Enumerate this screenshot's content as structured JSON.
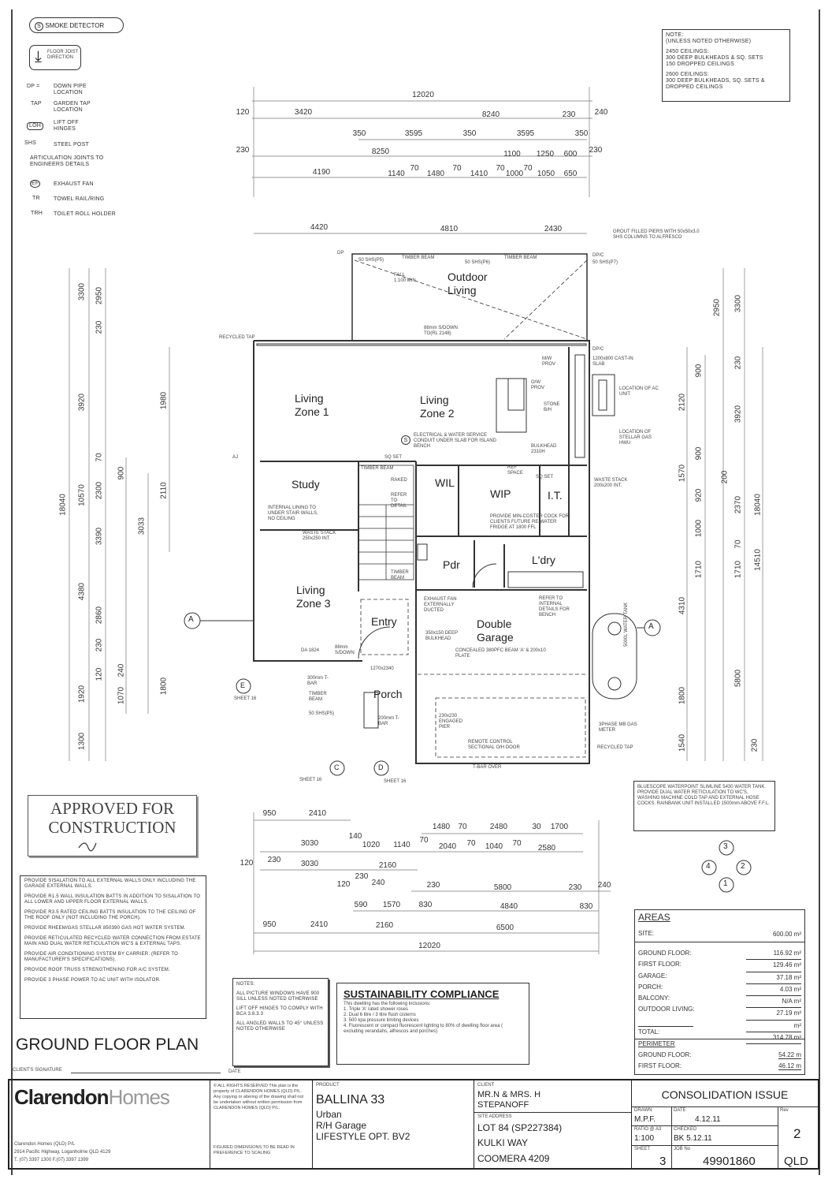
{
  "legend": {
    "smoke": "SMOKE DETECTOR",
    "smoke_symbol": "S",
    "floor_joist": "FLOOR JOIST DIRECTION",
    "items": [
      {
        "sym": "DP =",
        "text": "DOWN PIPE LOCATION"
      },
      {
        "sym": "TAP",
        "text": "GARDEN TAP LOCATION"
      },
      {
        "sym": "LOH",
        "text": "LIFT OFF HINGES"
      },
      {
        "sym": "SHS",
        "text": "STEEL POST"
      },
      {
        "sym": "",
        "text": "ARTICULATION JOINTS TO ENGINEERS DETAILS"
      },
      {
        "sym": "EF",
        "text": "EXHAUST FAN"
      },
      {
        "sym": "TR",
        "text": "TOWEL RAIL/RING"
      },
      {
        "sym": "TRH",
        "text": "TOILET ROLL HOLDER"
      }
    ]
  },
  "ceiling_note": {
    "title": "NOTE:",
    "sub": "(UNLESS NOTED OTHERWISE)",
    "p1a": "2450 CEILINGS:",
    "p1b": "300 DEEP BULKHEADS & SQ. SETS",
    "p1c": "150 DROPPED CEILINGS",
    "p2a": "2600 CEILINGS:",
    "p2b": "300 DEEP BULKHEADS, SQ. SETS &",
    "p2c": "DROPPED CEILINGS"
  },
  "dims_top": [
    "12020",
    "120",
    "3420",
    "8240",
    "230",
    "240",
    "350",
    "3595",
    "350",
    "3595",
    "350",
    "230",
    "8250",
    "1100",
    "1250",
    "600",
    "230",
    "4190",
    "1140",
    "70",
    "1480",
    "70",
    "1410",
    "70",
    "1000",
    "70",
    "1050",
    "650",
    "4420",
    "4810",
    "2430"
  ],
  "dims_bottom": [
    "950",
    "2410",
    "1480",
    "70",
    "2480",
    "30",
    "1700",
    "140",
    "3030",
    "1020",
    "1140",
    "70",
    "2040",
    "70",
    "1040",
    "70",
    "2580",
    "120",
    "230",
    "3030",
    "2160",
    "230",
    "120",
    "240",
    "230",
    "5800",
    "230",
    "240",
    "590",
    "1570",
    "830",
    "4840",
    "830",
    "950",
    "2410",
    "2160",
    "6500",
    "12020"
  ],
  "dims_left": [
    "18040",
    "3300",
    "3920",
    "10570",
    "4380",
    "1920",
    "1300",
    "2950",
    "230",
    "70",
    "2300",
    "3390",
    "2860",
    "230",
    "120",
    "900",
    "240",
    "1070",
    "1980",
    "2110",
    "3033",
    "1800"
  ],
  "dims_right": [
    "2120",
    "1570",
    "1000",
    "1710",
    "4310",
    "1800",
    "1540",
    "2950",
    "900",
    "900",
    "920",
    "1710",
    "5800",
    "3300",
    "230",
    "3920",
    "200",
    "2370",
    "70",
    "230",
    "18040",
    "14510"
  ],
  "rooms": {
    "outdoor": "Outdoor Living",
    "lz1": "Living Zone 1",
    "lz2": "Living Zone 2",
    "study": "Study",
    "wil": "WIL",
    "wip": "WIP",
    "it": "I.T.",
    "pdr": "Pdr",
    "ldry": "L'dry",
    "lz3": "Living Zone 3",
    "entry": "Entry",
    "garage": "Double Garage",
    "porch": "Porch"
  },
  "annotations": {
    "grout": "GROUT FILLED PIERS WITH 50x50x3.0 SHS COLUMNS TO ALFRESCO",
    "timber_beam": "TIMBER BEAM",
    "shs_p5": "50 SHS(P5)",
    "shs_p6": "50 SHS(P6)",
    "shs_p7": "50 SHS(P7)",
    "dp": "DP",
    "dpc": "DP/C",
    "fall": "FALL 1:100 MIN",
    "step": "88mm S/DOWN TO(RL 2148)",
    "recycled_tap": "RECYCLED TAP",
    "aj": "AJ",
    "slab": "1200x800 CAST-IN SLAB",
    "ac": "LOCATION OF AC UNIT",
    "gas": "LOCATION OF STELLAR GAS HWU",
    "electrical": "ELECTRICAL & WATER SERVICE CONDUIT UNDER SLAB FOR ISLAND BENCH",
    "bulkhead": "BULKHEAD 2310H",
    "sq_set": "SQ SET",
    "raked": "RAKED",
    "refer": "REFER TO DETAIL",
    "internal_lining": "INTERNAL LINING TO UNDER STAIR WALLS, NO CEILING",
    "waste_stack": "WASTE STACK 250x250 INT.",
    "waste_stack2": "WASTE STACK 200x200 INT.",
    "ref_space": "REF SPACE",
    "provide_cock": "PROVIDE MIN-COSTER COCK FOR CLIENTS FUTURE RE-WATER FRIDGE AT 1800 FFL",
    "exhaust": "EXHAUST FAN EXTERNALLY DUCTED",
    "refer_bench": "REFER TO INTERNAL DETAILS FOR BENCH",
    "bulkhead2": "350x150 DEEP BULKHEAD",
    "concealed": "CONCEALED 380PFC BEAM 'A' & 200x10 PLATE",
    "engaged": "230x230 ENGAGED PIER",
    "remote": "REMOTE CONTROL SECTIONAL O/H DOOR",
    "tbar_over": "T-BAR OVER",
    "tbar200": "200mm T-BAR",
    "tbar300": "300mm T-BAR",
    "gas_meter": "3PHASE MB GAS METER",
    "recycled_tap2": "RECYCLED TAP",
    "water_tank": "5000L WATER TANK",
    "sheet16": "SHEET 16",
    "sect_a": "A",
    "sect_c": "C",
    "sect_d": "D",
    "sect_e": "E",
    "stone": "STONE B/H",
    "mw": "M/W PROV",
    "ow": "O/W PROV",
    "door_size": "1270x2340",
    "da": "DA 1824",
    "step2": "88mm S/DOWN"
  },
  "stamp": {
    "line1": "APPROVED FOR",
    "line2": "CONSTRUCTION"
  },
  "insulation_notes": [
    "PROVIDE SISALATION TO ALL EXTERNAL WALLS ONLY INCLUDING THE GARAGE EXTERNAL WALLS.",
    "PROVIDE R1.5 WALL INSULATION BATTS IN ADDITION TO SISALATION TO ALL LOWER AND UPPER FLOOR EXTERNAL WALLS.",
    "PROVIDE R3.5 RATED CEILING BATTS INSULATION TO THE CEILING OF THE ROOF ONLY (NOT INCLUDING THE PORCH).",
    "PROVIDE RHEEM/GAS STELLAR 850390 GAS HOT WATER SYSTEM.",
    "PROVIDE RETICULATED RECYCLED WATER CONNECTION FROM ESTATE MAIN AND DUAL WATER RETICULATION WC'S & EXTERNAL TAPS.",
    "PROVIDE AIR CONDITIONING SYSTEM BY CARRIER. (REFER TO MANUFACTURER'S SPECIFICATIONS).",
    "PROVIDE ROOF TRUSS STRENGTHENING FOR A/C SYSTEM.",
    "PROVIDE 3 PHASE POWER TO AC UNIT WITH ISOLATOR."
  ],
  "plan_title": "GROUND FLOOR PLAN",
  "client_signature": "CLIENT'S SIGNATURE",
  "date_label": "DATE",
  "notes": {
    "title": "NOTES:",
    "items": [
      "ALL PICTURE WINDOWS HAVE 900 SILL UNLESS NOTED OTHERWISE",
      "LIFT OFF HINGES TO COMPLY WITH BCA 3.8.3.3",
      "ALL ANGLED WALLS TO 45° UNLESS NOTED OTHERWISE"
    ]
  },
  "sustainability": {
    "title": "SUSTAINABILITY COMPLIANCE",
    "intro": "This dwelling has the following inclusions:",
    "items": [
      "1. Triple 'A' rated shower roses",
      "2. Dual 6 litre / 3 litre flush cisterns",
      "3. 500 kpa pressure limiting devices",
      "4. Fluorescent or compact fluorescent lighting to 80% of dwelling floor area ( excluding verandahs, alfrescos and porches)"
    ]
  },
  "tank_note": "BLUESCOPE WATERPOINT SLIMLINE 5430 WATER TANK. PROVIDE DUAL WATER RETICULATION TO WC'S, WASHING MACHINE COLD TAP AND EXTERNAL HOSE COCKS. RAINBANK UNIT INSTALLED 1500mm ABOVE F.F.L.",
  "compass": [
    "3",
    "2",
    "1",
    "4"
  ],
  "areas": {
    "title": "AREAS",
    "site_label": "SITE:",
    "site": "600.00 m²",
    "rows": [
      {
        "label": "GROUND FLOOR:",
        "value": "116.92 m²"
      },
      {
        "label": "FIRST FLOOR:",
        "value": "129.46 m²"
      },
      {
        "label": "GARAGE:",
        "value": "37.18 m²"
      },
      {
        "label": "PORCH:",
        "value": "4.03 m²"
      },
      {
        "label": "BALCONY:",
        "value": "N/A m²"
      },
      {
        "label": "OUTDOOR LIVING:",
        "value": "27.19 m²"
      },
      {
        "label": "",
        "value": "m²"
      }
    ],
    "total_label": "TOTAL:",
    "total": "314.78 m²",
    "perimeter_title": "PERIMETER",
    "perim": [
      {
        "label": "GROUND FLOOR:",
        "value": "54.22  m"
      },
      {
        "label": "FIRST FLOOR:",
        "value": "46.12  m"
      }
    ]
  },
  "title_block": {
    "logo_a": "Clarendon",
    "logo_b": "Homes",
    "company": "Clarendon Homes (QLD) P/L",
    "address": "2914 Pacific Highway, Loganholme QLD 4129",
    "phone": "T. (07) 3397 1300  F.(07) 3397 1399",
    "rights": "© ALL RIGHTS RESERVED This plan is the property of CLARENDON HOMES (QLD) P/L. Any copying or altering of the drawing shall not be undertaken without written permission from CLARENDON HOMES (QLD) P/L.",
    "figured": "FIGURED DIMENSIONS TO BE READ IN PREFERENCE TO SCALING",
    "product_label": "PRODUCT",
    "product": "BALLINA 33",
    "p1": "Urban",
    "p2": "R/H Garage",
    "p3": "LIFESTYLE OPT. BV2",
    "client_label": "CLIENT",
    "client1": "MR.N & MRS. H",
    "client2": "STEPANOFF",
    "site_label": "SITE ADDRESS",
    "site1": "LOT 84 (SP227384)",
    "site2": "KULKI WAY",
    "site3": "COOMERA 4209",
    "issue": "CONSOLIDATION ISSUE",
    "drawn_label": "DRAWN",
    "drawn": "M.P.F.",
    "date_label": "DATE",
    "date": "4.12.11",
    "rev_label": "Rev",
    "rev": "2",
    "ratio_label": "RATIO @ A3",
    "ratio": "1:100",
    "checked_label": "CHECKED",
    "checked": "BK 5.12.11",
    "sheet_label": "SHEET",
    "sheet": "3",
    "job_label": "JOB No",
    "job": "49901860",
    "state": "QLD"
  }
}
